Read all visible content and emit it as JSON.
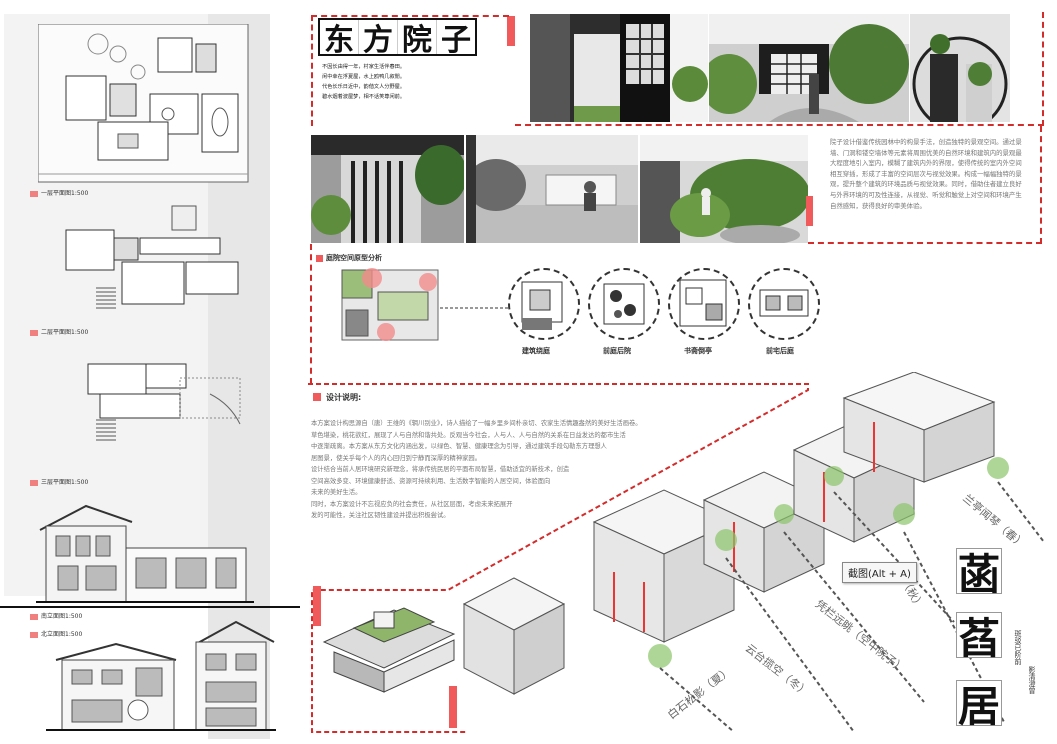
{
  "colors": {
    "accent_red": "#f05a5a",
    "dash_red": "#d42b2b",
    "gray_panel": "#e7e7e7"
  },
  "left_column": {
    "labels": {
      "floor1": "一层平面图1:500",
      "floor2": "二层平面图1:500",
      "floor3": "三层平面图1:500",
      "south_elev": "南立面图1:500",
      "north_elev": "北立面图1:500"
    }
  },
  "title": {
    "chars": [
      "东",
      "方",
      "院",
      "子"
    ]
  },
  "poem": {
    "lines": [
      "不因长由得一年，村家生活伴春田。",
      "闲中幸在浮夏屋，水上鸥鸭几叙閒。",
      "代色长乐日近中，韵偕文人分野屋。",
      "碧水烟着波屋梦，相不话笑尊闲前。"
    ]
  },
  "intro_text": "院子设计借鉴传统园林中的构景手法，创造独特的景观空间。通过景墙、门洞和镂空墙体等元素将周围优美的自然环境和建筑内的景观最大程度地引入室内，模糊了建筑内外的界限，使得传统的室内外空间相互穿插，形成了丰富的空间层次与视觉效果。构成一幅幅独特的景观，提升整个建筑的环境品质与视觉效果。同时，借助住者建立良好与外界环境的可及性连接，从视觉、听觉和触觉上对空间和环境产生自然感知，获得良好的审美体验。",
  "prototype": {
    "heading": "庭院空间原型分析",
    "circles": [
      {
        "label": "建筑绕庭"
      },
      {
        "label": "前庭后院"
      },
      {
        "label": "书斋倒亭"
      },
      {
        "label": "前宅后庭"
      }
    ]
  },
  "design": {
    "heading": "设计说明:",
    "paragraphs": [
      "本方案设计构思源自（唐）王维的《辋川别业》，诗人描绘了一幅乡里乡间朴亲切、农家生活情趣盎然的美好生活画卷。",
      "草色堪染，桃花欲红，展现了人与自然和谐共处。反观当今社会，人与人、人与自然的关系在日益发达的都市生活",
      "中逐渐疏离。本方案从东方文化内涵出发，以绿色、智慧、健康理念为引导，通过建筑手段勾勒东方理想人",
      "居图景，使关乎每个人的内心回归到宁静而深厚的精神家园。",
      "设计结合当前人居环境研究新理念，将承传统民居的平面布局智慧，借助适宜的新技术，创造",
      "空间高效多变、环境健康舒适、资源可持续利用、生活数字智能的人居空间，体验面向",
      "未来的美好生活。",
      "同时，本方案设计不忘视应负的社会责任，从社区层面，考虑未来拓展开",
      "发的可能性，关注社区韧性建设并提出积极尝试。"
    ]
  },
  "seasons": [
    {
      "label": "白石松影（夏）"
    },
    {
      "label": "云台揽空（冬）"
    },
    {
      "label": "凭栏远眺（空中院子）"
    },
    {
      "label": "凰（秋）"
    },
    {
      "label": "兰亭闻琴（春）"
    }
  ],
  "tooltip": "截图(Alt + A)",
  "seal_chars": [
    "菡",
    "萏",
    "居"
  ],
  "vertical_text": [
    "斑驳已",
    "阶前"
  ],
  "vertical_text2": [
    "影",
    "清澄",
    "曾"
  ]
}
